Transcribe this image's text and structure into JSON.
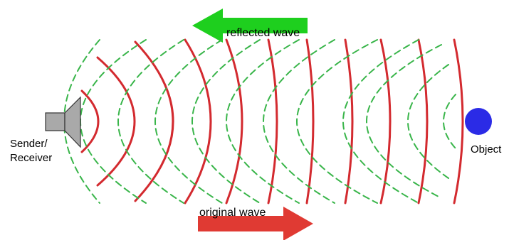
{
  "labels": {
    "reflected": "reflected wave",
    "original": "original wave",
    "sender_line1": "Sender/",
    "sender_line2": "Receiver",
    "object": "Object"
  },
  "colors": {
    "original_wave": "#d32a2f",
    "reflected_wave": "#39b54a",
    "reflected_arrow": "#1ecf1e",
    "original_arrow": "#e03a33",
    "speaker_fill": "#a9a9a9",
    "object_fill": "#2b2be6"
  },
  "icons": {
    "speaker": "speaker-icon",
    "object": "sphere-icon"
  }
}
